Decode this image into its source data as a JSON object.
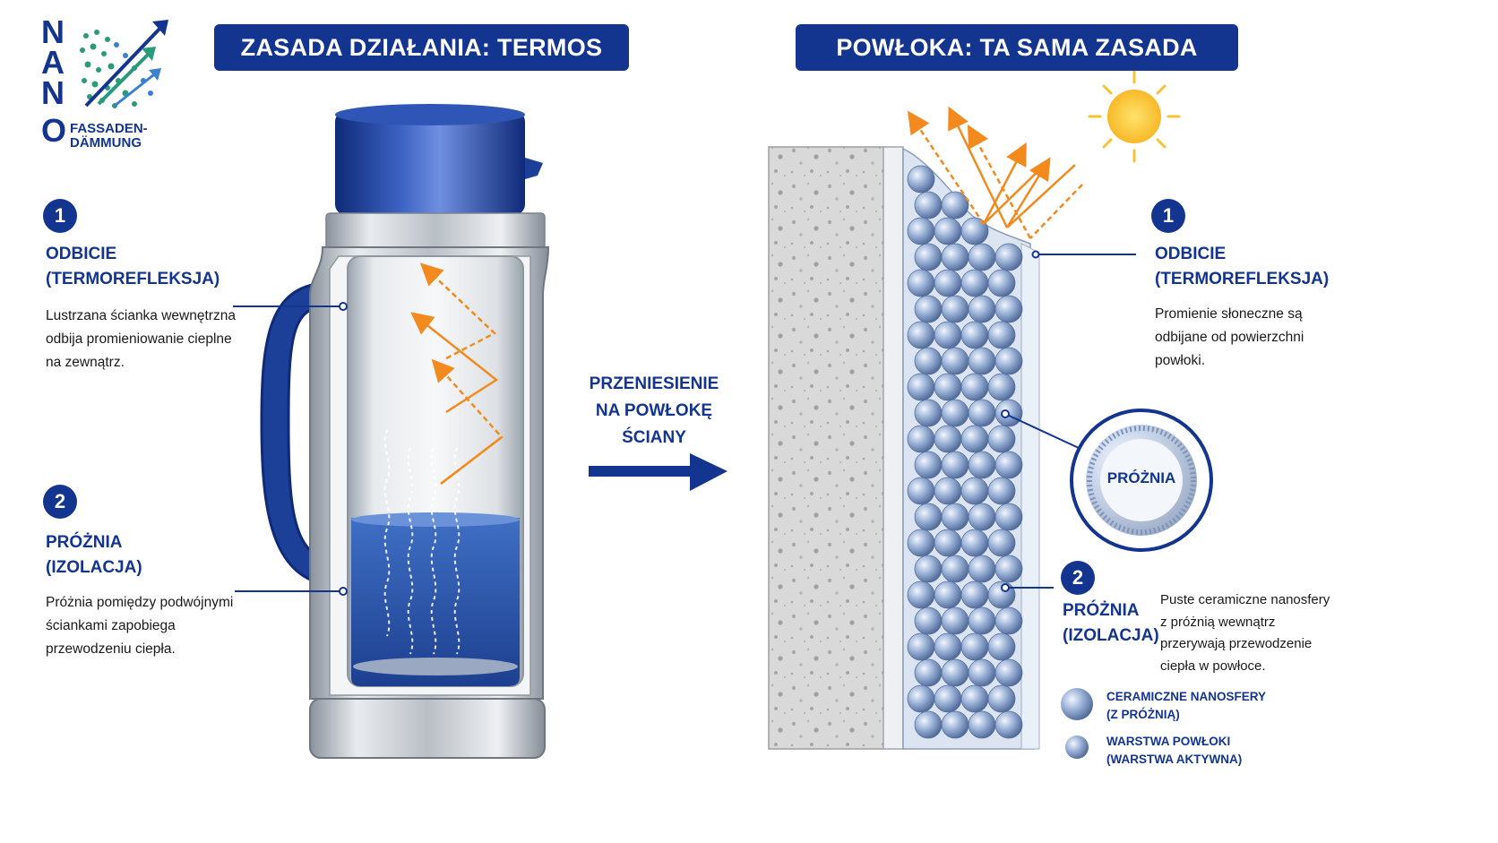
{
  "logo": {
    "letters": [
      "N",
      "A",
      "N",
      "O"
    ],
    "line1": "FASSADEN-",
    "line2": "DÄMMUNG"
  },
  "left": {
    "banner": "ZASADA DZIAŁANIA: TERMOS",
    "item1": {
      "number": "1",
      "title1": "ODBICIE",
      "title2": "(TERMOREFLEKSJA)",
      "desc": [
        "Lustrzana ścianka wewnętrzna",
        "odbija promieniowanie cieplne",
        "na zewnątrz."
      ]
    },
    "item2": {
      "number": "2",
      "title1": "PRÓŻNIA",
      "title2": "(IZOLACJA)",
      "desc": [
        "Próżnia pomiędzy podwójnymi",
        "ściankami zapobiega",
        "przewodzeniu ciepła."
      ]
    }
  },
  "middle": {
    "lines": [
      "PRZENIESIENIE",
      "NA POWŁOKĘ",
      "ŚCIANY"
    ]
  },
  "right": {
    "banner": "POWŁOKA: TA SAMA ZASADA",
    "item1": {
      "number": "1",
      "title1": "ODBICIE",
      "title2": "(TERMOREFLEKSJA)",
      "desc": [
        "Promienie słoneczne są",
        "odbijane od powierzchni",
        "powłoki."
      ]
    },
    "magnifier_label": "PRÓŻNIA",
    "item2": {
      "number": "2",
      "title1": "PRÓŻNIA",
      "title2": "(IZOLACJA)",
      "desc": [
        "Puste ceramiczne nanosfery",
        "z próżnią wewnątrz",
        "przerywają przewodzenie",
        "ciepła w powłoce."
      ]
    },
    "legend": [
      {
        "line1": "CERAMICZNE NANOSFERY",
        "line2": "(Z PRÓŻNIĄ)"
      },
      {
        "line1": "WARSTWA POWŁOKI",
        "line2": "(WARSTWA AKTYWNA)"
      }
    ]
  },
  "colors": {
    "navy": "#14358f",
    "orange": "#f28a1e",
    "steel": "#c7ccd3",
    "concrete": "#d6d6d6",
    "sphere": "#8fa8cf"
  }
}
